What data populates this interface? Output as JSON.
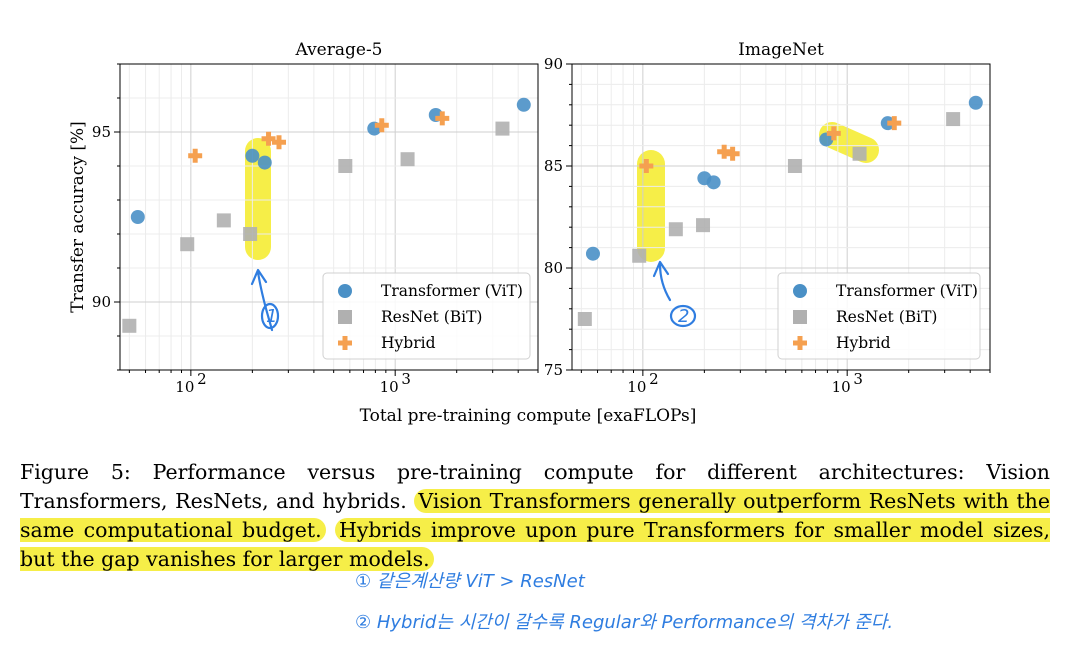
{
  "chart_data": [
    {
      "type": "scatter",
      "title": "Average-5",
      "ylabel": "Transfer accuracy [%]",
      "xscale": "log",
      "xlim": [
        45,
        5000
      ],
      "ylim": [
        88,
        97
      ],
      "yticks": [
        90,
        95
      ],
      "xticks": [
        "10^2",
        "10^3"
      ],
      "grid": true,
      "legend_position": "lower-right",
      "series": [
        {
          "name": "Transformer (ViT)",
          "marker": "circle",
          "color": "#4a90c6",
          "x": [
            55,
            200,
            230,
            790,
            1580,
            4260
          ],
          "y": [
            92.5,
            94.3,
            94.1,
            95.1,
            95.5,
            95.8
          ]
        },
        {
          "name": "ResNet (BiT)",
          "marker": "square",
          "color": "#b0b0b0",
          "x": [
            50,
            96,
            145,
            195,
            570,
            1150,
            3350
          ],
          "y": [
            89.3,
            91.7,
            92.4,
            92.0,
            94.0,
            94.2,
            95.1
          ]
        },
        {
          "name": "Hybrid",
          "marker": "plus",
          "color": "#f5a050",
          "x": [
            105,
            240,
            270,
            860,
            1700
          ],
          "y": [
            94.3,
            94.8,
            94.7,
            95.2,
            95.4
          ]
        }
      ]
    },
    {
      "type": "scatter",
      "title": "ImageNet",
      "ylabel": "",
      "xscale": "log",
      "xlim": [
        45,
        5000
      ],
      "ylim": [
        75,
        90
      ],
      "yticks": [
        75,
        80,
        85,
        90
      ],
      "xticks": [
        "10^2",
        "10^3"
      ],
      "grid": true,
      "legend_position": "lower-right",
      "series": [
        {
          "name": "Transformer (ViT)",
          "marker": "circle",
          "color": "#4a90c6",
          "x": [
            57,
            200,
            222,
            790,
            1580,
            4260
          ],
          "y": [
            80.7,
            84.4,
            84.2,
            86.3,
            87.1,
            88.1
          ]
        },
        {
          "name": "ResNet (BiT)",
          "marker": "square",
          "color": "#b0b0b0",
          "x": [
            52,
            96,
            145,
            197,
            555,
            1150,
            3300
          ],
          "y": [
            77.5,
            80.6,
            81.9,
            82.1,
            85.0,
            85.6,
            87.3
          ]
        },
        {
          "name": "Hybrid",
          "marker": "plus",
          "color": "#f5a050",
          "x": [
            104,
            250,
            275,
            860,
            1700
          ],
          "y": [
            85.0,
            85.7,
            85.6,
            86.6,
            87.1
          ]
        }
      ]
    }
  ],
  "xlabel": "Total pre-training compute [exaFLOPs]",
  "tick_base": "10",
  "tick_exps": [
    "2",
    "3"
  ],
  "caption": {
    "part1": "Figure 5: Performance versus pre-training compute for different architectures: Vision Transformers, ResNets, and hybrids.",
    "part2": "Vision Transformers generally outperform ResNets with the same computational budget.",
    "part3": "Hybrids improve upon pure Transformers for smaller model sizes, but the gap vanishes for larger models."
  },
  "annotations": {
    "marker1": "1",
    "marker2": "2",
    "note1": "① 같은계산량 ViT > ResNet",
    "note2": "② Hybrid는 시간이 갈수록 Regular와 Performance의 격차가 준다."
  }
}
